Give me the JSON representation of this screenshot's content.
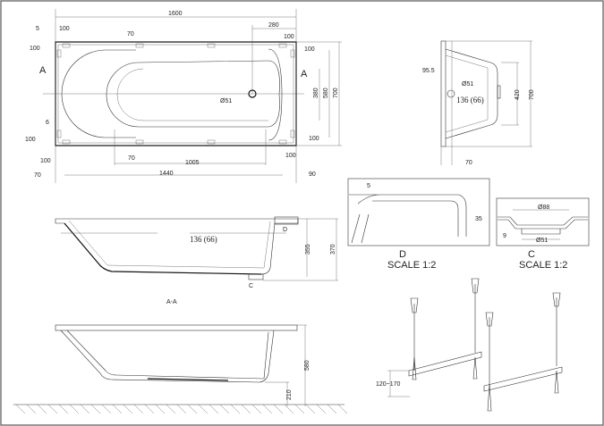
{
  "plan_view": {
    "dims": {
      "overall_length": "1600",
      "drain_offset": "280",
      "rim_5": "5",
      "top_100_a": "100",
      "top_70": "70",
      "left_100_top": "100",
      "right_100_a": "100",
      "right_100_b": "100",
      "section_left": "A",
      "section_right": "A",
      "inner_380": "380",
      "inner_580": "580",
      "overall_width": "700",
      "drain_dia": "Ø51",
      "left_6": "6",
      "left_100_bottom": "100",
      "right_100_c": "100",
      "right_100_d": "100",
      "bottom_70": "70",
      "bottom_1005": "1005",
      "bottom_100": "100",
      "bottom_left_70": "70",
      "bottom_1440": "1440",
      "bottom_90": "90"
    }
  },
  "end_view": {
    "dims": {
      "offset": "95.5",
      "drain_dia": "Ø51",
      "volume": "136 (66)",
      "inner": "420",
      "overall": "700",
      "bottom_70": "70"
    }
  },
  "detail_d": {
    "label": "D",
    "scale": "SCALE 1:2",
    "dims": {
      "thickness": "5",
      "height": "35"
    }
  },
  "detail_c": {
    "label": "C",
    "scale": "SCALE 1:2",
    "dims": {
      "outer_dia": "Ø88",
      "thickness": "9",
      "inner_dia": "Ø51"
    }
  },
  "section_aa": {
    "title": "A-A",
    "volume": "136 (66)",
    "marker_d": "D",
    "marker_c": "C",
    "depth": "355",
    "height": "370"
  },
  "elevation": {
    "height": "580",
    "floor_clearance": "210"
  },
  "legs": {
    "adjust_range": "120~170"
  }
}
